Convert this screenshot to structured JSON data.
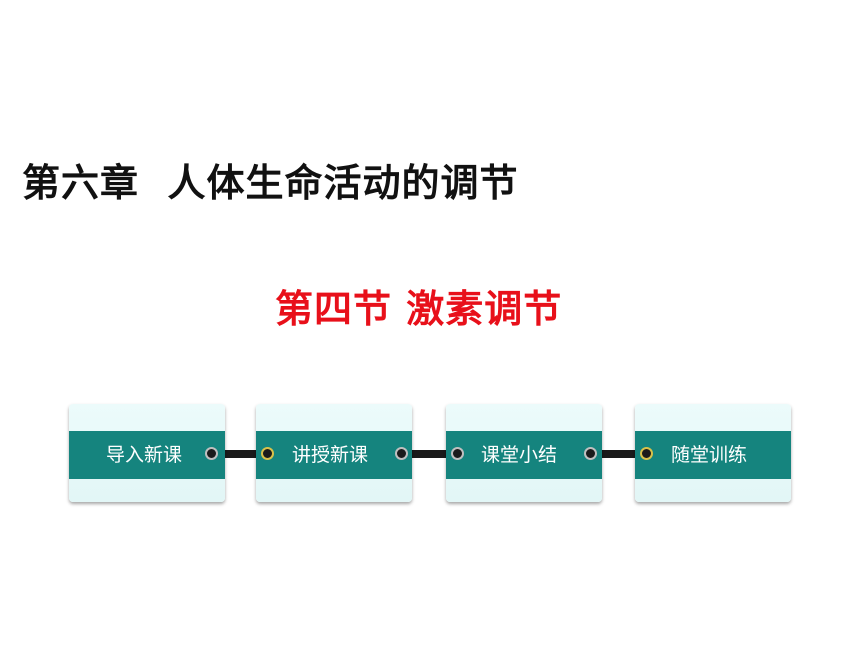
{
  "chapter": {
    "title": "第六章  人体生命活动的调节"
  },
  "section": {
    "title": "第四节 激素调节"
  },
  "nav": {
    "items": [
      {
        "label": "导入新课"
      },
      {
        "label": "讲授新课"
      },
      {
        "label": "课堂小结"
      },
      {
        "label": "随堂训练"
      }
    ]
  },
  "colors": {
    "band": "#15847e",
    "section_title": "#e8101a",
    "card_bg": "#e2f6f6"
  }
}
